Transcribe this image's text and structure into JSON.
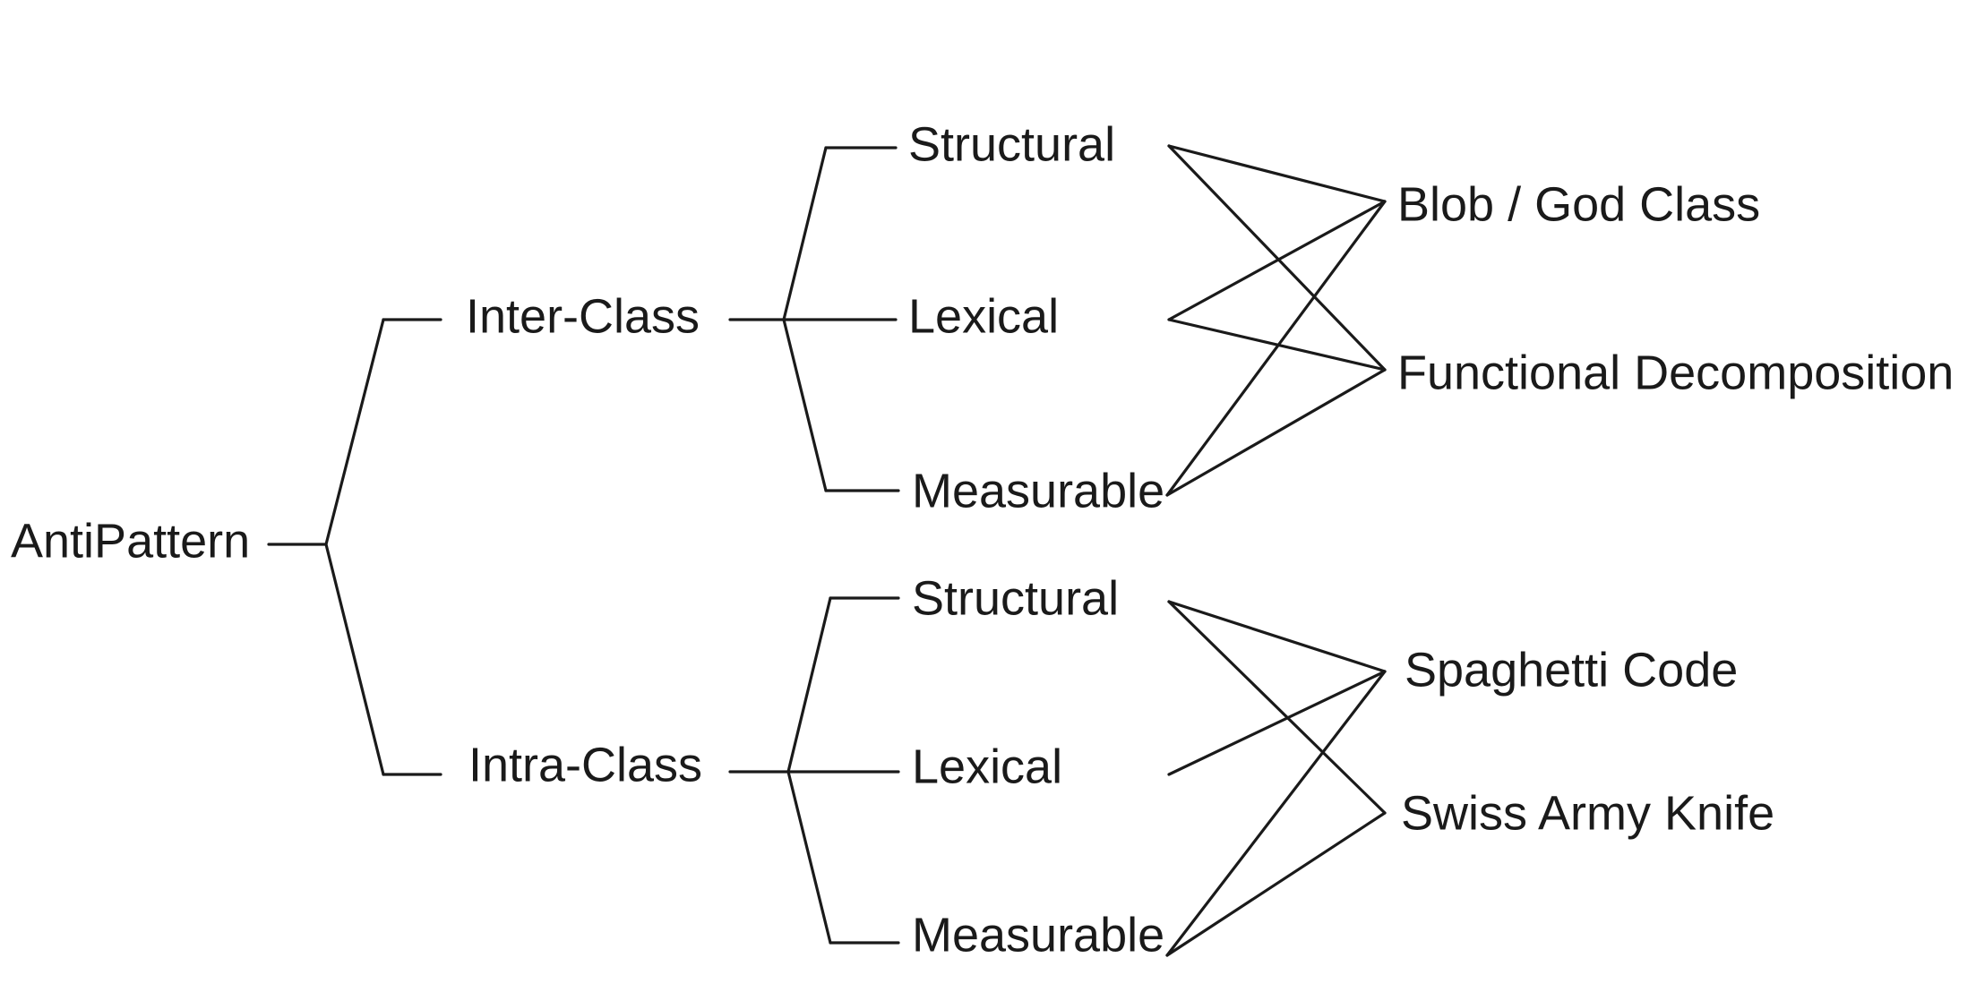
{
  "root": {
    "label": "AntiPattern"
  },
  "categories": [
    {
      "label": "Inter-Class",
      "properties": [
        "Structural",
        "Lexical",
        "Measurable"
      ]
    },
    {
      "label": "Intra-Class",
      "properties": [
        "Structural",
        "Lexical",
        "Measurable"
      ]
    }
  ],
  "antipatterns": [
    "Blob / God Class",
    "Functional Decomposition",
    "Spaghetti Code",
    "Swiss Army Knife"
  ],
  "links": [
    {
      "category": 0,
      "property": 0,
      "antipattern": 0
    },
    {
      "category": 0,
      "property": 0,
      "antipattern": 1
    },
    {
      "category": 0,
      "property": 1,
      "antipattern": 0
    },
    {
      "category": 0,
      "property": 1,
      "antipattern": 1
    },
    {
      "category": 0,
      "property": 2,
      "antipattern": 0
    },
    {
      "category": 0,
      "property": 2,
      "antipattern": 1
    },
    {
      "category": 1,
      "property": 0,
      "antipattern": 2
    },
    {
      "category": 1,
      "property": 0,
      "antipattern": 3
    },
    {
      "category": 1,
      "property": 1,
      "antipattern": 2
    },
    {
      "category": 1,
      "property": 2,
      "antipattern": 2
    },
    {
      "category": 1,
      "property": 2,
      "antipattern": 3
    }
  ]
}
